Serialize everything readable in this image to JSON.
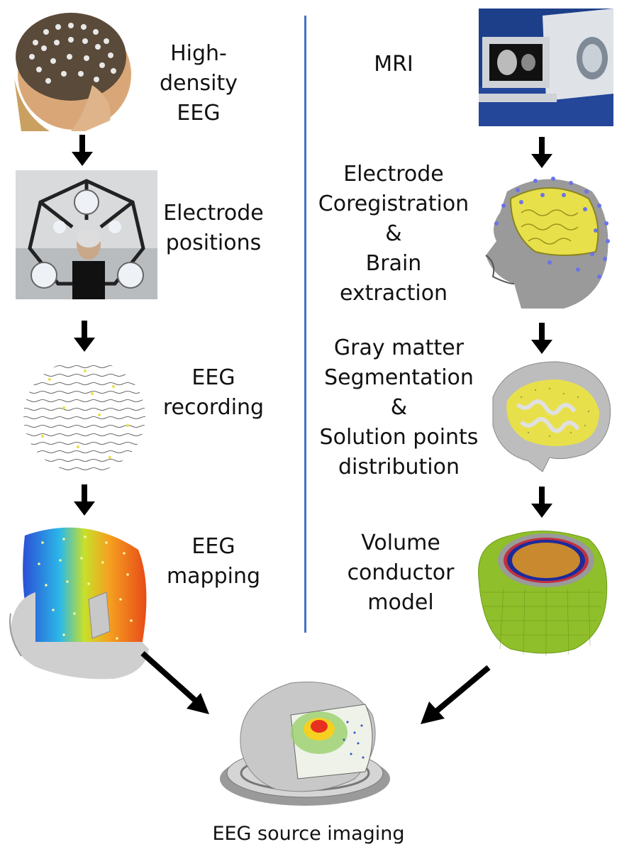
{
  "left_column": {
    "steps": [
      {
        "lines": [
          "High-density",
          "EEG"
        ]
      },
      {
        "lines": [
          "Electrode",
          "positions"
        ]
      },
      {
        "lines": [
          "EEG",
          "recording"
        ]
      },
      {
        "lines": [
          "EEG",
          "mapping"
        ]
      }
    ]
  },
  "right_column": {
    "steps": [
      {
        "lines": [
          "MRI"
        ]
      },
      {
        "lines": [
          "Electrode",
          "Coregistration",
          "&",
          "Brain",
          "extraction"
        ]
      },
      {
        "lines": [
          "Gray matter",
          "Segmentation",
          "&",
          "Solution points",
          "distribution"
        ]
      },
      {
        "lines": [
          "Volume",
          "conductor",
          "model"
        ]
      }
    ]
  },
  "result": {
    "caption": "EEG source imaging"
  },
  "colors": {
    "divider": "#4472c4",
    "arrow": "#000000",
    "brain_yellow": "#e8e04a",
    "head_green": "#8fbf2a"
  }
}
